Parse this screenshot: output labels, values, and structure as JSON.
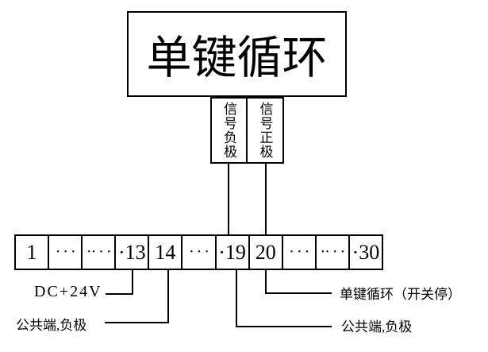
{
  "colors": {
    "line": "#000000",
    "background": "#ffffff"
  },
  "device_box": {
    "label": "单键循环"
  },
  "signal_terminals": {
    "negative": {
      "label": "信号负极",
      "connects_to_terminal": "19"
    },
    "positive": {
      "label": "信号正极",
      "connects_to_terminal": "20"
    }
  },
  "terminal_strip": {
    "cells": [
      "1",
      "· · ·",
      "·· · ·",
      "·13",
      "14",
      "· · ·",
      "·19",
      "20",
      "· · ·",
      "·· · ·",
      "·30"
    ]
  },
  "annotations": {
    "dc24v": {
      "label": "DC+24V",
      "connects_to_terminal": "13"
    },
    "common_left": {
      "label": "公共端,负极",
      "connects_to_terminal": "14"
    },
    "onekey": {
      "label": "单键循环（开关停）",
      "connects_to_terminal": "20"
    },
    "common_right": {
      "label": "公共端,负极",
      "connects_to_terminal": "19"
    }
  }
}
